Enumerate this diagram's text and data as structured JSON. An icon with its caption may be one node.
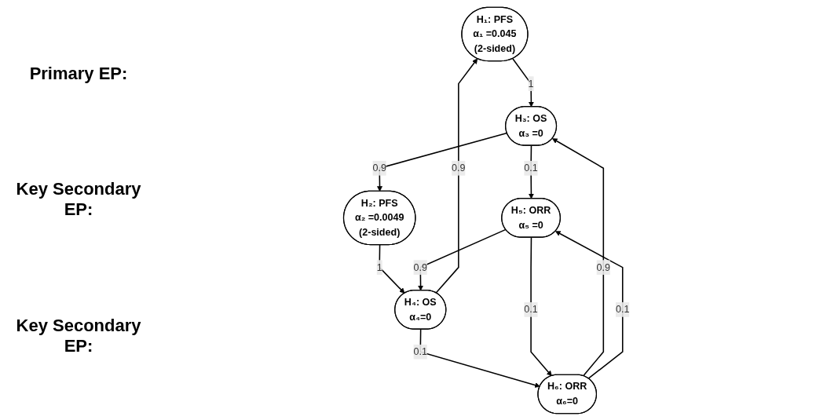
{
  "diagram": {
    "nodes": [
      {
        "text": [
          "H₁: PFS",
          "α₁ =0.045",
          "(2-sided)"
        ]
      },
      {
        "text": [
          "H₂: PFS",
          "α₂ =0.0049",
          "(2-sided)"
        ]
      },
      {
        "text": [
          "H₃: OS",
          "α₃ =0"
        ]
      },
      {
        "text": [
          "H₄: OS",
          "α₄=0"
        ]
      },
      {
        "text": [
          "H₅: ORR",
          "α₅ =0"
        ]
      },
      {
        "text": [
          "H₆: ORR",
          "α₆=0"
        ]
      }
    ],
    "edges": [
      {
        "from": 0,
        "to": 2,
        "arrow": "to",
        "label": "1"
      },
      {
        "from": 1,
        "to": 3,
        "arrow": "to",
        "label": "1"
      },
      {
        "from": 2,
        "to": 4,
        "arrow": "to",
        "label": "0.1"
      },
      {
        "from": 3,
        "to": 5,
        "arrow": "to",
        "label": "0.1"
      },
      {
        "from": 3,
        "to": 0,
        "arrow": "to",
        "label": "0.9"
      },
      {
        "from": 2,
        "to": 1,
        "arrow": "to",
        "label": "0.9"
      },
      {
        "from": 5,
        "to": 2,
        "arrow": "to",
        "label": "0.9"
      },
      {
        "from": 4,
        "to": 3,
        "arrow": "to",
        "label": "0.9"
      },
      {
        "from": 4,
        "to": 5,
        "arrow": "to",
        "label": "0.1"
      },
      {
        "from": 5,
        "to": 4,
        "arrow": "to",
        "label": "0.1"
      }
    ],
    "labels": [
      "Primary EP:",
      "Key Secondary EP:",
      "Key Secondary EP:"
    ]
  }
}
